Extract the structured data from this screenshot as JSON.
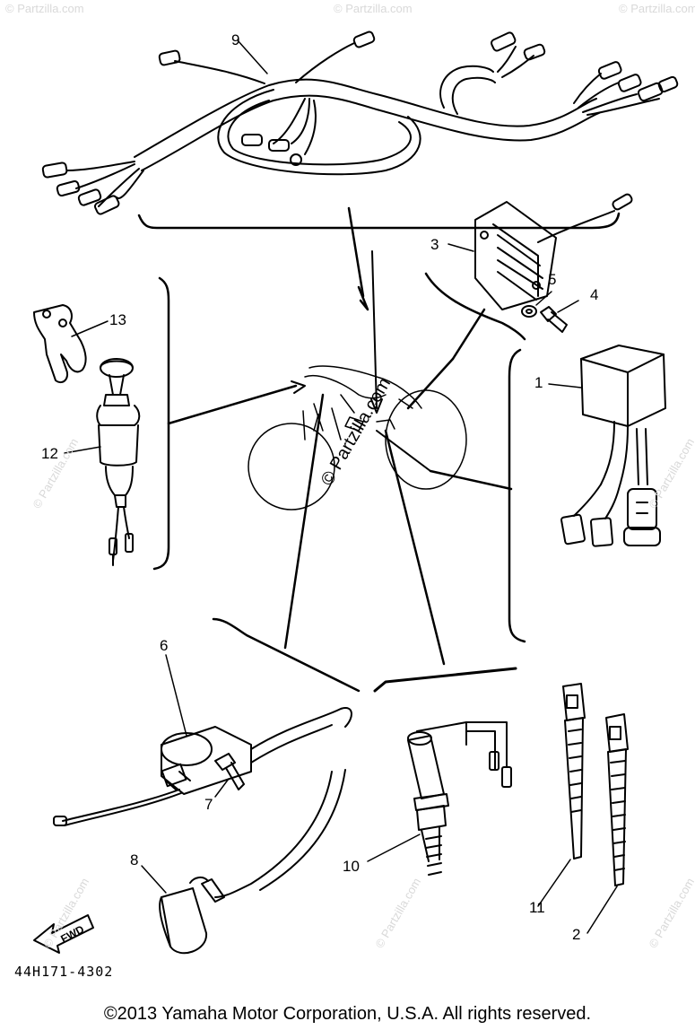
{
  "callouts": {
    "c1": "1",
    "c2": "2",
    "c3": "3",
    "c4": "4",
    "c5": "5",
    "c6": "6",
    "c7": "7",
    "c8": "8",
    "c9": "9",
    "c10": "10",
    "c11": "11",
    "c12": "12",
    "c13": "13"
  },
  "watermark": "© Partzilla.com",
  "fwd_label": "FWD",
  "drawing_code": "44H171-4302",
  "copyright": "©2013  Yamaha Motor Corporation, U.S.A. All rights reserved."
}
